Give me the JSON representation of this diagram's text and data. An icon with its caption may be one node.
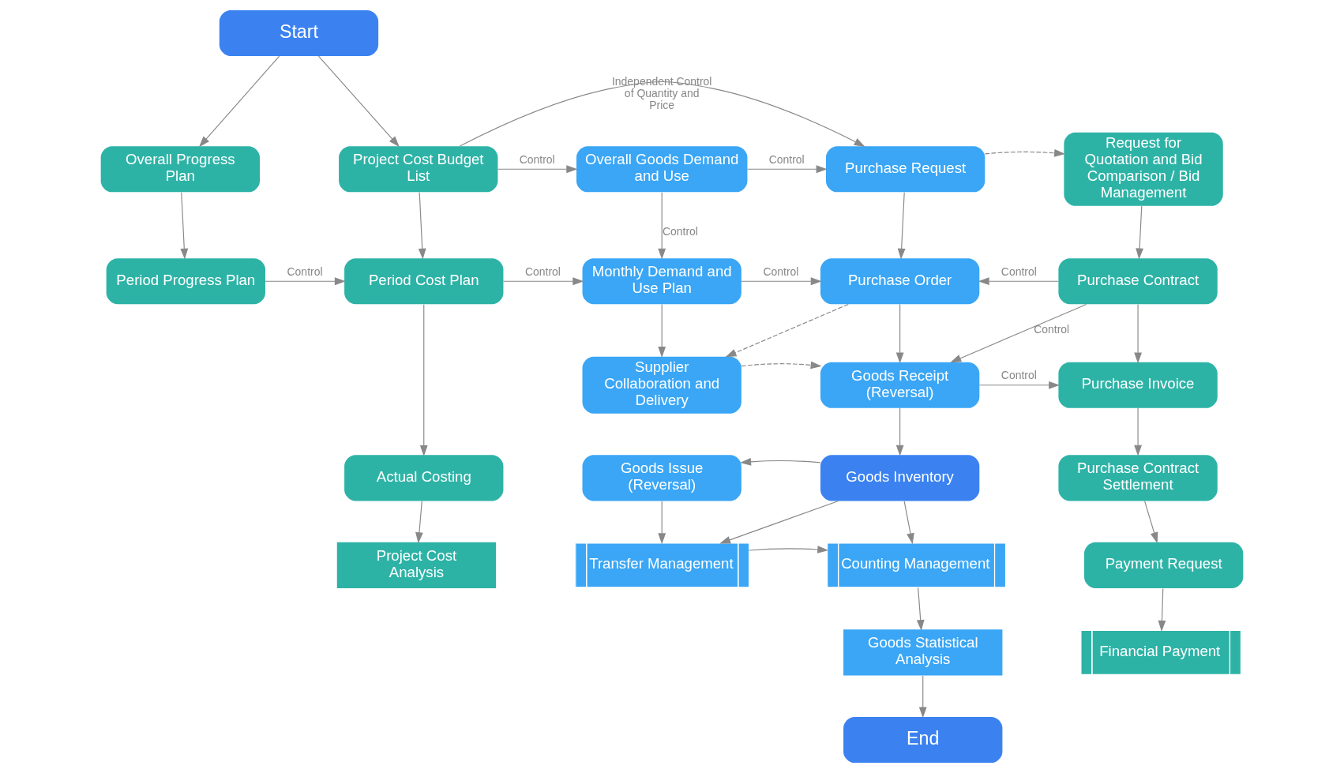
{
  "diagram": {
    "nodes": [
      {
        "text": [
          "Start"
        ]
      },
      {
        "text": [
          "Overall Progress Plan"
        ]
      },
      {
        "text": [
          "Project Cost Budget List"
        ]
      },
      {
        "text": [
          "Overall Goods Demand and Use"
        ]
      },
      {
        "text": [
          "Purchase Request"
        ]
      },
      {
        "text": [
          "Request for Quotation and Bid Comparison / Bid Management"
        ]
      },
      {
        "text": [
          "Period Progress Plan"
        ]
      },
      {
        "text": [
          "Period Cost Plan"
        ]
      },
      {
        "text": [
          "Monthly Demand and Use Plan"
        ]
      },
      {
        "text": [
          "Purchase Order"
        ]
      },
      {
        "text": [
          "Purchase Contract"
        ]
      },
      {
        "text": [
          "Supplier Collaboration and Delivery"
        ]
      },
      {
        "text": [
          "Goods Receipt (Reversal)"
        ]
      },
      {
        "text": [
          "Purchase Invoice"
        ]
      },
      {
        "text": [
          "Actual Costing"
        ]
      },
      {
        "text": [
          "Goods Issue (Reversal)"
        ]
      },
      {
        "text": [
          "Goods Inventory"
        ]
      },
      {
        "text": [
          "Purchase Contract Settlement"
        ]
      },
      {
        "text": [
          "Project Cost Analysis"
        ]
      },
      {
        "text": [
          "Transfer Management"
        ]
      },
      {
        "text": [
          "Counting Management"
        ]
      },
      {
        "text": [
          "Payment Request"
        ]
      },
      {
        "text": [
          "Goods Statistical Analysis"
        ]
      },
      {
        "text": [
          "Financial Payment"
        ]
      },
      {
        "text": [
          "End"
        ]
      }
    ],
    "edges": [
      {
        "from": 0,
        "to": 1,
        "arrow": "to"
      },
      {
        "from": 0,
        "to": 2,
        "arrow": "to"
      },
      {
        "from": 2,
        "to": 4,
        "arrow": "to",
        "label": "Independent Control of Quantity and Price"
      },
      {
        "from": 2,
        "to": 3,
        "arrow": "to",
        "label": "Control"
      },
      {
        "from": 3,
        "to": 4,
        "arrow": "to",
        "label": "Control"
      },
      {
        "from": 4,
        "to": 5,
        "arrow": "to",
        "style": "dashed"
      },
      {
        "from": 1,
        "to": 6,
        "arrow": "to"
      },
      {
        "from": 2,
        "to": 7,
        "arrow": "to"
      },
      {
        "from": 3,
        "to": 8,
        "arrow": "to",
        "label": "Control"
      },
      {
        "from": 4,
        "to": 9,
        "arrow": "to"
      },
      {
        "from": 5,
        "to": 10,
        "arrow": "to"
      },
      {
        "from": 6,
        "to": 7,
        "arrow": "to",
        "label": "Control"
      },
      {
        "from": 7,
        "to": 8,
        "arrow": "to",
        "label": "Control"
      },
      {
        "from": 8,
        "to": 9,
        "arrow": "to",
        "label": "Control"
      },
      {
        "from": 10,
        "to": 9,
        "arrow": "to",
        "label": "Control"
      },
      {
        "from": 9,
        "to": 11,
        "arrow": "to",
        "style": "dashed"
      },
      {
        "from": 10,
        "to": 12,
        "arrow": "to",
        "label": "Control"
      },
      {
        "from": 10,
        "to": 13,
        "arrow": "to"
      },
      {
        "from": 8,
        "to": 11,
        "arrow": "to"
      },
      {
        "from": 9,
        "to": 12,
        "arrow": "to"
      },
      {
        "from": 11,
        "to": 12,
        "arrow": "to",
        "style": "dashed"
      },
      {
        "from": 12,
        "to": 13,
        "arrow": "to",
        "label": "Control"
      },
      {
        "from": 7,
        "to": 14,
        "arrow": "to"
      },
      {
        "from": 12,
        "to": 16,
        "arrow": "to"
      },
      {
        "from": 13,
        "to": 17,
        "arrow": "to"
      },
      {
        "from": 16,
        "to": 15,
        "arrow": "to"
      },
      {
        "from": 14,
        "to": 18,
        "arrow": "to"
      },
      {
        "from": 15,
        "to": 19,
        "arrow": "to"
      },
      {
        "from": 16,
        "to": 19,
        "arrow": "to"
      },
      {
        "from": 16,
        "to": 20,
        "arrow": "to"
      },
      {
        "from": 17,
        "to": 21,
        "arrow": "to"
      },
      {
        "from": 19,
        "to": 20,
        "arrow": "to"
      },
      {
        "from": 20,
        "to": 22,
        "arrow": "to"
      },
      {
        "from": 21,
        "to": 23,
        "arrow": "to"
      },
      {
        "from": 22,
        "to": 24,
        "arrow": "to"
      }
    ]
  }
}
